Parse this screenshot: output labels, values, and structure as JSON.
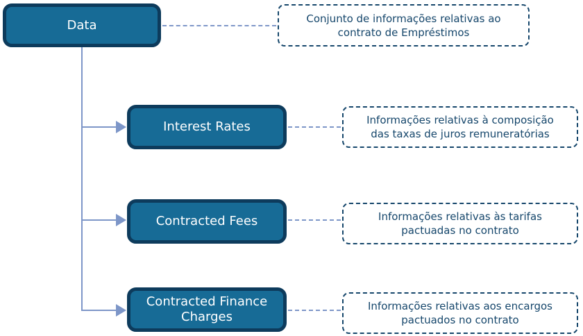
{
  "colors": {
    "node_fill": "#176B96",
    "node_border": "#0D3B5C",
    "node_text": "#FFFFFF",
    "note_color": "#15466B",
    "connector": "#7D96C8",
    "bg": "#FFFFFF"
  },
  "tree": {
    "root": {
      "label": "Data",
      "note_lines": [
        "Conjunto de informações relativas ao",
        "contrato de Empréstimos"
      ]
    },
    "children": [
      {
        "label": "Interest Rates",
        "note_lines": [
          "Informações relativas à composição",
          "das taxas de juros remuneratórias"
        ]
      },
      {
        "label": "Contracted Fees",
        "note_lines": [
          "Informações relativas às tarifas",
          "pactuadas no contrato"
        ]
      },
      {
        "label": "Contracted Finance Charges",
        "note_lines": [
          "Informações relativas aos encargos",
          "pactuados no contrato"
        ]
      }
    ]
  }
}
